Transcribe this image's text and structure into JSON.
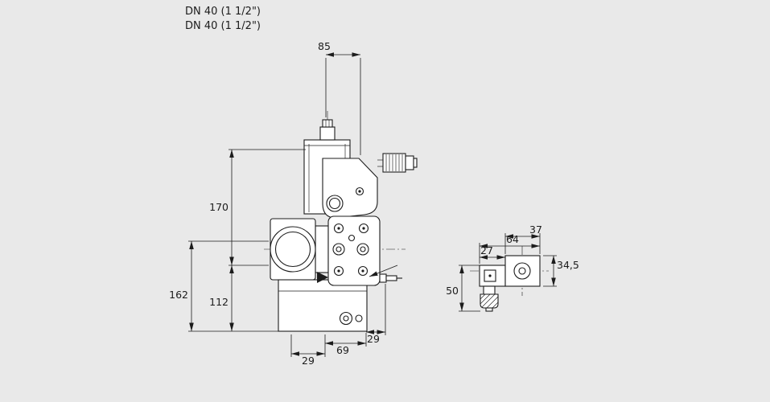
{
  "header": {
    "line1": "DN 40 (1 1/2\")",
    "line2": "DN 40 (1 1/2\")"
  },
  "front_view": {
    "dims": {
      "width_top": "85",
      "height_upper": "170",
      "height_total": "162",
      "height_lower": "112",
      "bottom_offset_left": "29",
      "bottom_width": "69",
      "bottom_offset_right": "29"
    }
  },
  "side_view": {
    "dims": {
      "coil_width": "27",
      "total_width": "64",
      "body_width": "37",
      "body_height": "34,5",
      "coil_height": "50"
    }
  },
  "colors": {
    "background": "#e9e9e9",
    "line": "#1c1c1c",
    "shape_fill": "#ffffff"
  }
}
